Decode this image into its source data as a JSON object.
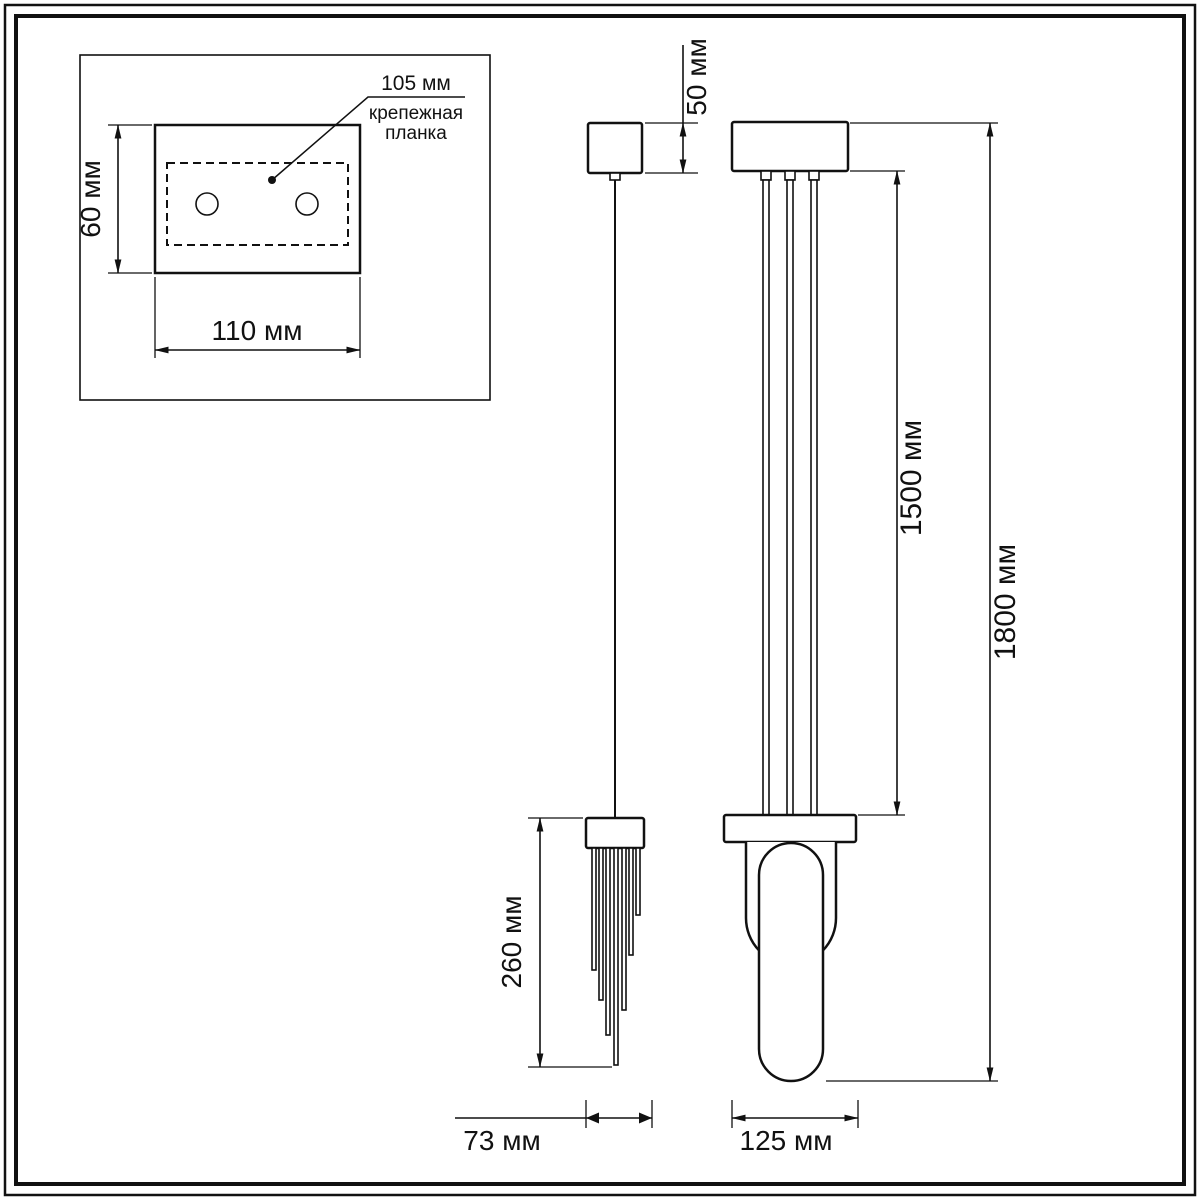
{
  "inset": {
    "spacing_label": "105 мм",
    "plate_caption_line1": "крепежная",
    "plate_caption_line2": "планка",
    "plate_height_label": "60 мм",
    "plate_width_label": "110 мм"
  },
  "side_view": {
    "canopy_height_label": "50 мм",
    "shade_height_label": "260 мм",
    "shade_width_label": "73 мм"
  },
  "front_view": {
    "suspension_length_label": "1500 мм",
    "overall_height_label": "1800 мм",
    "shade_width_label": "125 мм"
  },
  "colors": {
    "line": "#111111",
    "background": "#ffffff"
  }
}
